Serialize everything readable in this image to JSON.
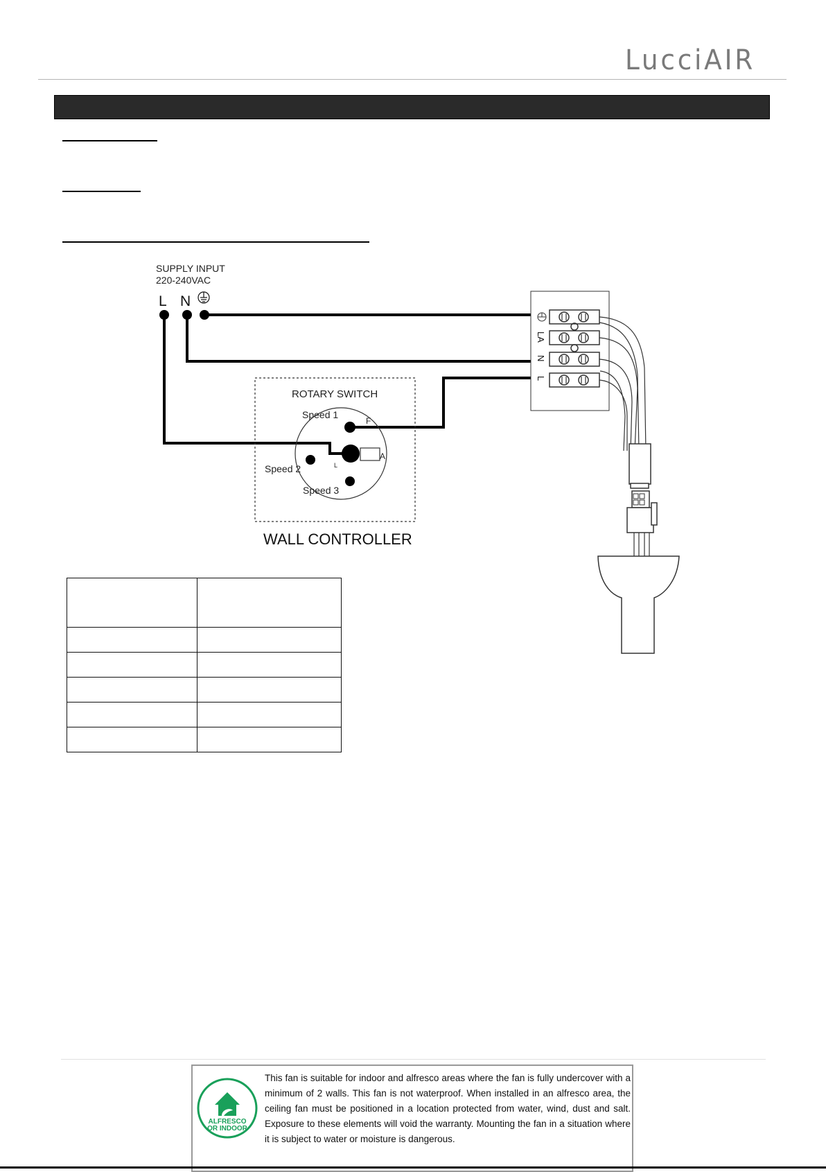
{
  "header": {
    "logo_text": "LucciAIR",
    "section_title": ""
  },
  "headings": {
    "sub1": "",
    "sub2": "",
    "sub3": ""
  },
  "diagram": {
    "supply_label": "SUPPLY INPUT",
    "supply_voltage": "220-240VAC",
    "terminal_L": "L",
    "terminal_N": "N",
    "block_labels": [
      "LA",
      "N",
      "L"
    ],
    "switch_title": "ROTARY SWITCH",
    "speed1": "Speed 1",
    "speed2": "Speed 2",
    "speed3": "Speed 3",
    "pin_f": "F",
    "pin_a": "A",
    "pin_l": "L",
    "controller_label": "WALL CONTROLLER"
  },
  "table": {
    "header": [
      "",
      ""
    ],
    "rows": [
      [
        "",
        ""
      ],
      [
        "",
        ""
      ],
      [
        "",
        ""
      ],
      [
        "",
        ""
      ],
      [
        "",
        ""
      ]
    ]
  },
  "notice": {
    "badge_line1": "ALFRESCO",
    "badge_line2": "OR INDOOR",
    "text": "This fan is suitable for indoor and alfresco areas where the fan is fully undercover with a minimum of 2 walls. This fan is not waterproof. When installed in an alfresco area, the ceiling fan must be positioned in a location protected from water, wind, dust and salt. Exposure to these elements will void the warranty. Mounting the fan in a situation where it is subject to water or moisture is dangerous."
  },
  "colors": {
    "title_bar": "#2a2a2a",
    "badge_green": "#19a05a",
    "logo_grey": "#7a7a7a"
  }
}
